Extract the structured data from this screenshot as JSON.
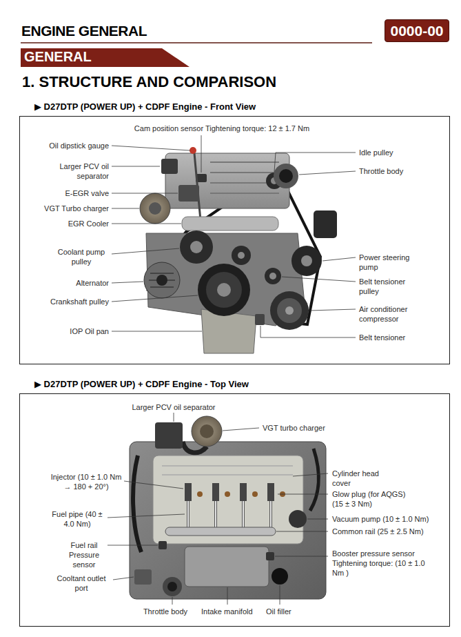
{
  "diagram": {
    "title": "ENGINE GENERAL",
    "nodes": [
      {
        "text": [
          "0000-00"
        ]
      },
      {
        "text": [
          "GENERAL"
        ]
      },
      {
        "text": [
          "▶ D27DTP (POWER UP) + CDPF Engine - Front View"
        ]
      },
      {
        "text": [
          "▶ D27DTP (POWER UP) + CDPF Engine - Top View"
        ]
      }
    ],
    "labels": [
      "1. STRUCTURE AND COMPARISON",
      "Cam position sensor Tightening torque: 12 ± 1.7 Nm",
      "Oil dipstick gauge",
      "Idle pulley",
      "Larger PCV oil separator",
      "Throttle body",
      "E-EGR valve",
      "VGT Turbo charger",
      "EGR Cooler",
      "Coolant pump pulley",
      "Power steering pump",
      "Alternator",
      "Belt tensioner pulley",
      "Crankshaft pulley",
      "Air conditioner compressor",
      "IOP Oil pan",
      "Belt tensioner",
      "Larger PCV oil separator",
      "VGT turbo charger",
      "Cylinder head cover",
      "Injector (10 ± 1.0 Nm → 180 + 20°)",
      "Glow plug (for AQGS) (15 ± 3 Nm)",
      "Fuel pipe (40 ± 4.0 Nm)",
      "Vacuum pump (10 ± 1.0 Nm)",
      "Common rail (25 ± 2.5 Nm)",
      "Fuel rail Pressure sensor",
      "Booster pressure sensor Tightening torque: (10 ± 1.0 Nm )",
      "Cooltant outlet port",
      "Throttle body",
      "Intake manifold",
      "Oil filler"
    ]
  }
}
